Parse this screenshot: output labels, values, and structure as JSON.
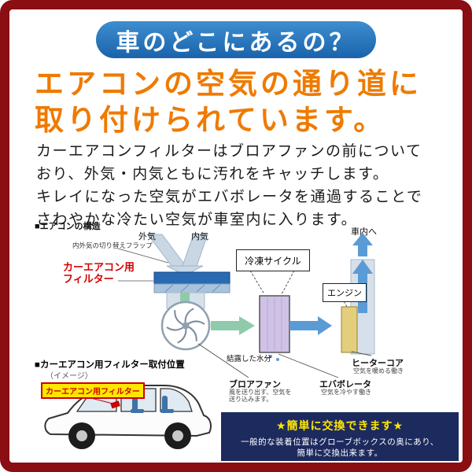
{
  "page": {
    "frame_color": "#8a0e12",
    "background": "#ffffff"
  },
  "banner": {
    "label": "車のどこにあるの？",
    "bg": "#1e6cb3",
    "text_color": "#ffffff"
  },
  "headline": {
    "lines": [
      "エアコンの空気の通り道に",
      "取り付けられています。"
    ],
    "color": "#ef7a00"
  },
  "intro": {
    "lines": [
      "カーエアコンフィルターはブロアファンの前について",
      "おり、外気・内気ともに汚れをキャッチします。",
      "キレイになった空気がエバボレータを通過することで",
      "さわやかな冷たい空気が車室内に入ります。"
    ]
  },
  "diagram": {
    "section_title": "■エアコンの構造",
    "outside_air": "外気",
    "inside_air": "内気",
    "flap_note": "内外気の切り替えフラップ",
    "filter_label_line1": "カーエアコン用",
    "filter_label_line2": "フィルター",
    "refrigeration_cycle": "冷凍サイクル",
    "engine": "エンジン",
    "to_cabin": "車内へ",
    "heater_core": "ヒーターコア",
    "heater_core_note": "空気を暖める働き",
    "evaporator": "エバボレータ",
    "evaporator_note": "空気を冷やす働き",
    "blower_fan": "ブロアファン",
    "blower_fan_note_line1": "風を送り出す、空気を",
    "blower_fan_note_line2": "送り込みます。",
    "condensation": "結露した水分",
    "filter_color": "#2a6ab2",
    "evaporator_color": "#cfc2e6",
    "heater_core_color": "#e2ce7c",
    "cold_air_arrow_color": "#5b9bd5",
    "air_arrow_color": "#8fcbaa"
  },
  "mount": {
    "title": "■カーエアコン用フィルター取付位置",
    "subtitle": "（イメージ）",
    "filter_tag": "カーエアコン用フィルター",
    "tag_bg": "#ffe700",
    "tag_color": "#cf0000"
  },
  "info": {
    "title": "★簡単に交換できます★",
    "lines": [
      "一般的な装着位置はグローブボックスの奥にあり、",
      "簡単に交換出来ます。"
    ],
    "bg": "#1c2a5e",
    "title_color": "#ffe600"
  }
}
